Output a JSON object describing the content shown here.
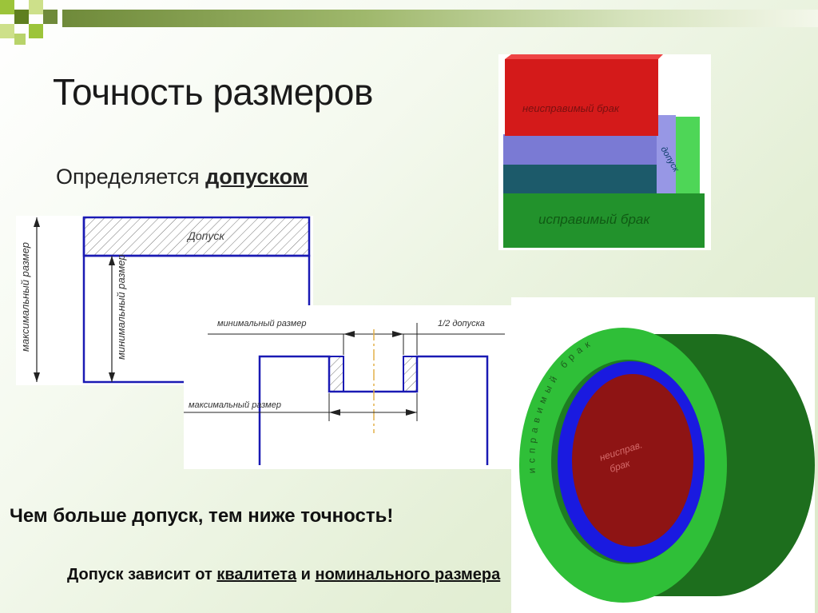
{
  "slide": {
    "title": "Точность размеров",
    "subtitle_prefix": "Определяется ",
    "subtitle_emphasis": "допуском",
    "claim": "Чем больше допуск, тем ниже точность!",
    "note_prefix": "Допуск зависит от ",
    "note_link1": "квалитета",
    "note_mid": " и ",
    "note_link2": "номинального размера"
  },
  "diagram_tolerance": {
    "tolerance_label": "Допуск",
    "max_size_label": "максимальный размер",
    "min_size_label": "минимальный размер"
  },
  "diagram_groove": {
    "min_size_label": "минимальный размер",
    "half_tolerance_label": "1/2 допуска",
    "max_size_label": "максимальный размер"
  },
  "diagram_boxes": {
    "top_label": "неисправимый брак",
    "bottom_label": "исправимый брак",
    "side_label": "допуск"
  },
  "diagram_cylinder": {
    "core_label_line1": "неисправ.",
    "core_label_line2": "брак",
    "ring_letters": "исправимый брак"
  },
  "colors": {
    "accent_green": "#6f8a3a",
    "blueprint_blue": "#1a1ab4",
    "defect_red": "#d41a1a",
    "fixable_green": "#1f8a2a"
  }
}
